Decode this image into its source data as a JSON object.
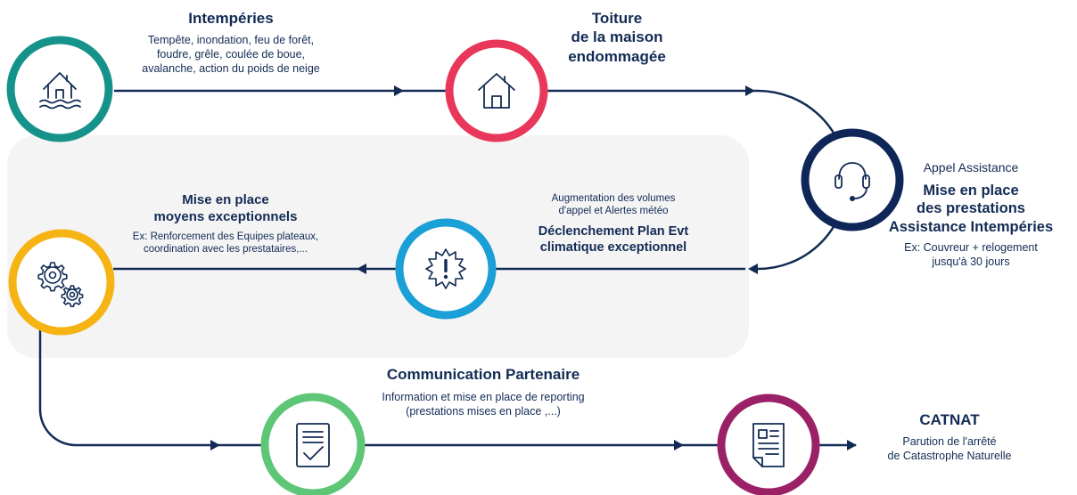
{
  "colors": {
    "navy": "#122b54",
    "teal": "#15938a",
    "red": "#e8375b",
    "dark_blue": "#0f2658",
    "light_blue": "#1a9fd6",
    "yellow": "#f5b414",
    "green": "#5ec677",
    "purple": "#9b2167",
    "panel": "#f4f4f5"
  },
  "steps": {
    "intemperies": {
      "icon": "flooded-house-icon",
      "title": "Intempéries",
      "lines": [
        "Tempête, inondation, feu de forêt,",
        "foudre, grêle, coulée de boue,",
        "avalanche, action du poids de neige"
      ]
    },
    "toiture": {
      "icon": "house-icon",
      "title_lines": [
        "Toiture",
        "de la maison",
        "endommagée"
      ]
    },
    "assistance": {
      "icon": "headset-icon",
      "subtitle": "Appel Assistance",
      "title_lines": [
        "Mise en place",
        "des prestations",
        "Assistance Intempéries"
      ],
      "note_lines": [
        "Ex: Couvreur + relogement",
        "jusqu'à 30 jours"
      ]
    },
    "declenchement": {
      "icon": "alert-badge-icon",
      "pre_lines": [
        "Augmentation des volumes",
        "d'appel et Alertes météo"
      ],
      "title_lines": [
        "Déclenchement Plan Evt",
        "climatique exceptionnel"
      ]
    },
    "moyens": {
      "icon": "gears-icon",
      "title_lines": [
        "Mise en place",
        "moyens exceptionnels"
      ],
      "lines": [
        "Ex: Renforcement des Equipes plateaux,",
        "coordination avec les prestataires,..."
      ]
    },
    "communication": {
      "icon": "checklist-document-icon",
      "title": "Communication Partenaire",
      "lines": [
        "Information et mise en place de reporting",
        "(prestations mises en place ,...)"
      ]
    },
    "catnat": {
      "icon": "decree-document-icon",
      "title": "CATNAT",
      "lines": [
        "Parution de l'arrêté",
        "de Catastrophe Naturelle"
      ]
    }
  }
}
